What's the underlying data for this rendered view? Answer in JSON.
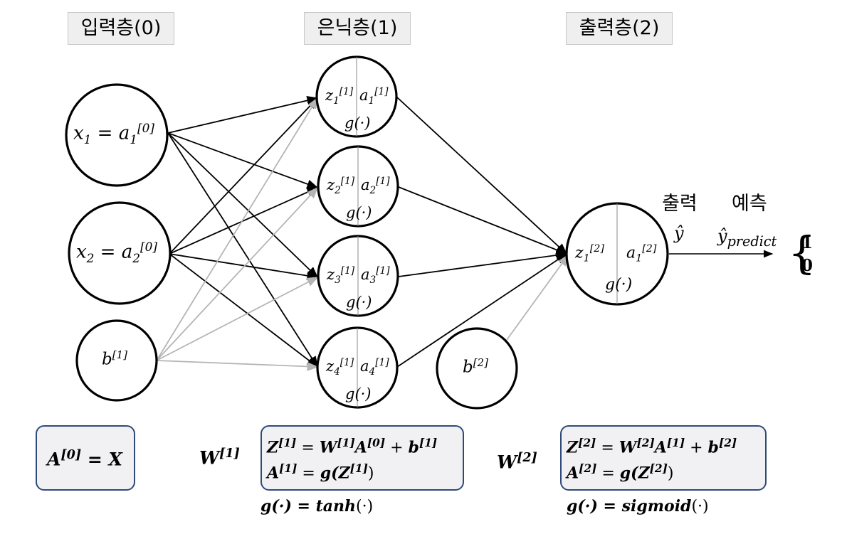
{
  "layers": {
    "input": "입력층(0)",
    "hidden": "은닉층(1)",
    "output": "출력층(2)"
  },
  "side_labels": {
    "output": "출력",
    "predict": "예측"
  },
  "nodes": {
    "x1": {
      "lhs": "x",
      "lhs_sub": "1",
      "rhs": "a",
      "rhs_sub": "1",
      "rhs_sup": "[0]"
    },
    "x2": {
      "lhs": "x",
      "lhs_sub": "2",
      "rhs": "a",
      "rhs_sub": "2",
      "rhs_sup": "[0]"
    },
    "b1": {
      "sym": "b",
      "sup": "[1]"
    },
    "b2": {
      "sym": "b",
      "sup": "[2]"
    },
    "hidden": [
      {
        "z": "z",
        "z_sub": "1",
        "sup": "[1]",
        "a": "a",
        "a_sub": "1",
        "g": "g(·)"
      },
      {
        "z": "z",
        "z_sub": "2",
        "sup": "[1]",
        "a": "a",
        "a_sub": "2",
        "g": "g(·)"
      },
      {
        "z": "z",
        "z_sub": "3",
        "sup": "[1]",
        "a": "a",
        "a_sub": "3",
        "g": "g(·)"
      },
      {
        "z": "z",
        "z_sub": "4",
        "sup": "[1]",
        "a": "a",
        "a_sub": "4",
        "g": "g(·)"
      }
    ],
    "output": {
      "z": "z",
      "z_sub": "1",
      "sup": "[2]",
      "a": "a",
      "a_sub": "1",
      "g": "g(·)"
    }
  },
  "output_symbols": {
    "yhat": "ŷ",
    "yhat_predict": "ŷ",
    "predict_sub": "predict",
    "values": [
      "1",
      "0"
    ]
  },
  "equations": {
    "a0": {
      "lhs": "A",
      "sup": "[0]",
      "rhs": " = X"
    },
    "w1": {
      "sym": "W",
      "sup": "[1]"
    },
    "w2": {
      "sym": "W",
      "sup": "[2]"
    },
    "hidden_box": {
      "line1": {
        "Z": "Z",
        "Zsup": "[1]",
        "eq": " = ",
        "W": "W",
        "Wsup": "[1]",
        "A": "A",
        "Asup": "[0]",
        "plus": " + ",
        "b": "b",
        "bsup": "[1]"
      },
      "line2": {
        "A": "A",
        "Asup": "[1]",
        "eq": " = ",
        "g": "g(",
        "Z": "Z",
        "Zsup": "[1]",
        "close": ")"
      }
    },
    "output_box": {
      "line1": {
        "Z": "Z",
        "Zsup": "[2]",
        "eq": " = ",
        "W": "W",
        "Wsup": "[2]",
        "A": "A",
        "Asup": "[1]",
        "plus": " + ",
        "b": "b",
        "bsup": "[2]"
      },
      "line2": {
        "A": "A",
        "Asup": "[2]",
        "eq": " = ",
        "g": "g(",
        "Z": "Z",
        "Zsup": "[2]",
        "close": ")"
      }
    },
    "act_hidden": {
      "g": "g(·) = ",
      "fn": "tanh",
      "arg": "(·)"
    },
    "act_output": {
      "g": "g(·) = ",
      "fn": "sigmoid",
      "arg": "(·)"
    }
  }
}
